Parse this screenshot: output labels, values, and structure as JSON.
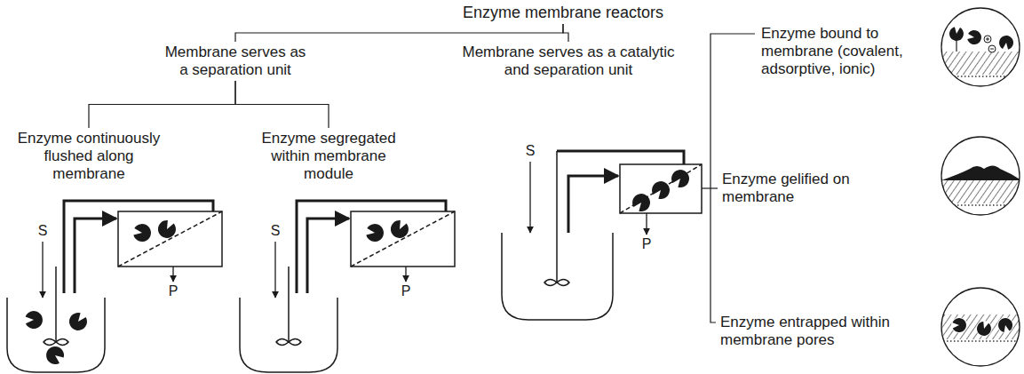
{
  "diagram": {
    "nodes": [
      {
        "text": [
          "Enzyme membrane reactors"
        ]
      },
      {
        "text": [
          "Membrane serves as a separation unit"
        ]
      },
      {
        "text": [
          "Membrane serves as a catalytic and separation unit"
        ]
      },
      {
        "text": [
          "Enzyme continuously flushed along membrane"
        ]
      },
      {
        "text": [
          "Enzyme segregated within membrane module"
        ]
      },
      {
        "text": [
          "Enzyme bound to membrane (covalent, adsorptive, ionic)"
        ]
      },
      {
        "text": [
          "Enzyme gelified on membrane"
        ]
      },
      {
        "text": [
          "Enzyme entrapped within membrane pores"
        ]
      }
    ],
    "edges": [
      {
        "from": 0,
        "to": 1,
        "arrow": "none"
      },
      {
        "from": 0,
        "to": 2,
        "arrow": "none"
      },
      {
        "from": 1,
        "to": 3,
        "arrow": "none"
      },
      {
        "from": 1,
        "to": 4,
        "arrow": "none"
      }
    ],
    "labels": [
      "S",
      "P",
      "S",
      "P",
      "S",
      "P"
    ]
  }
}
